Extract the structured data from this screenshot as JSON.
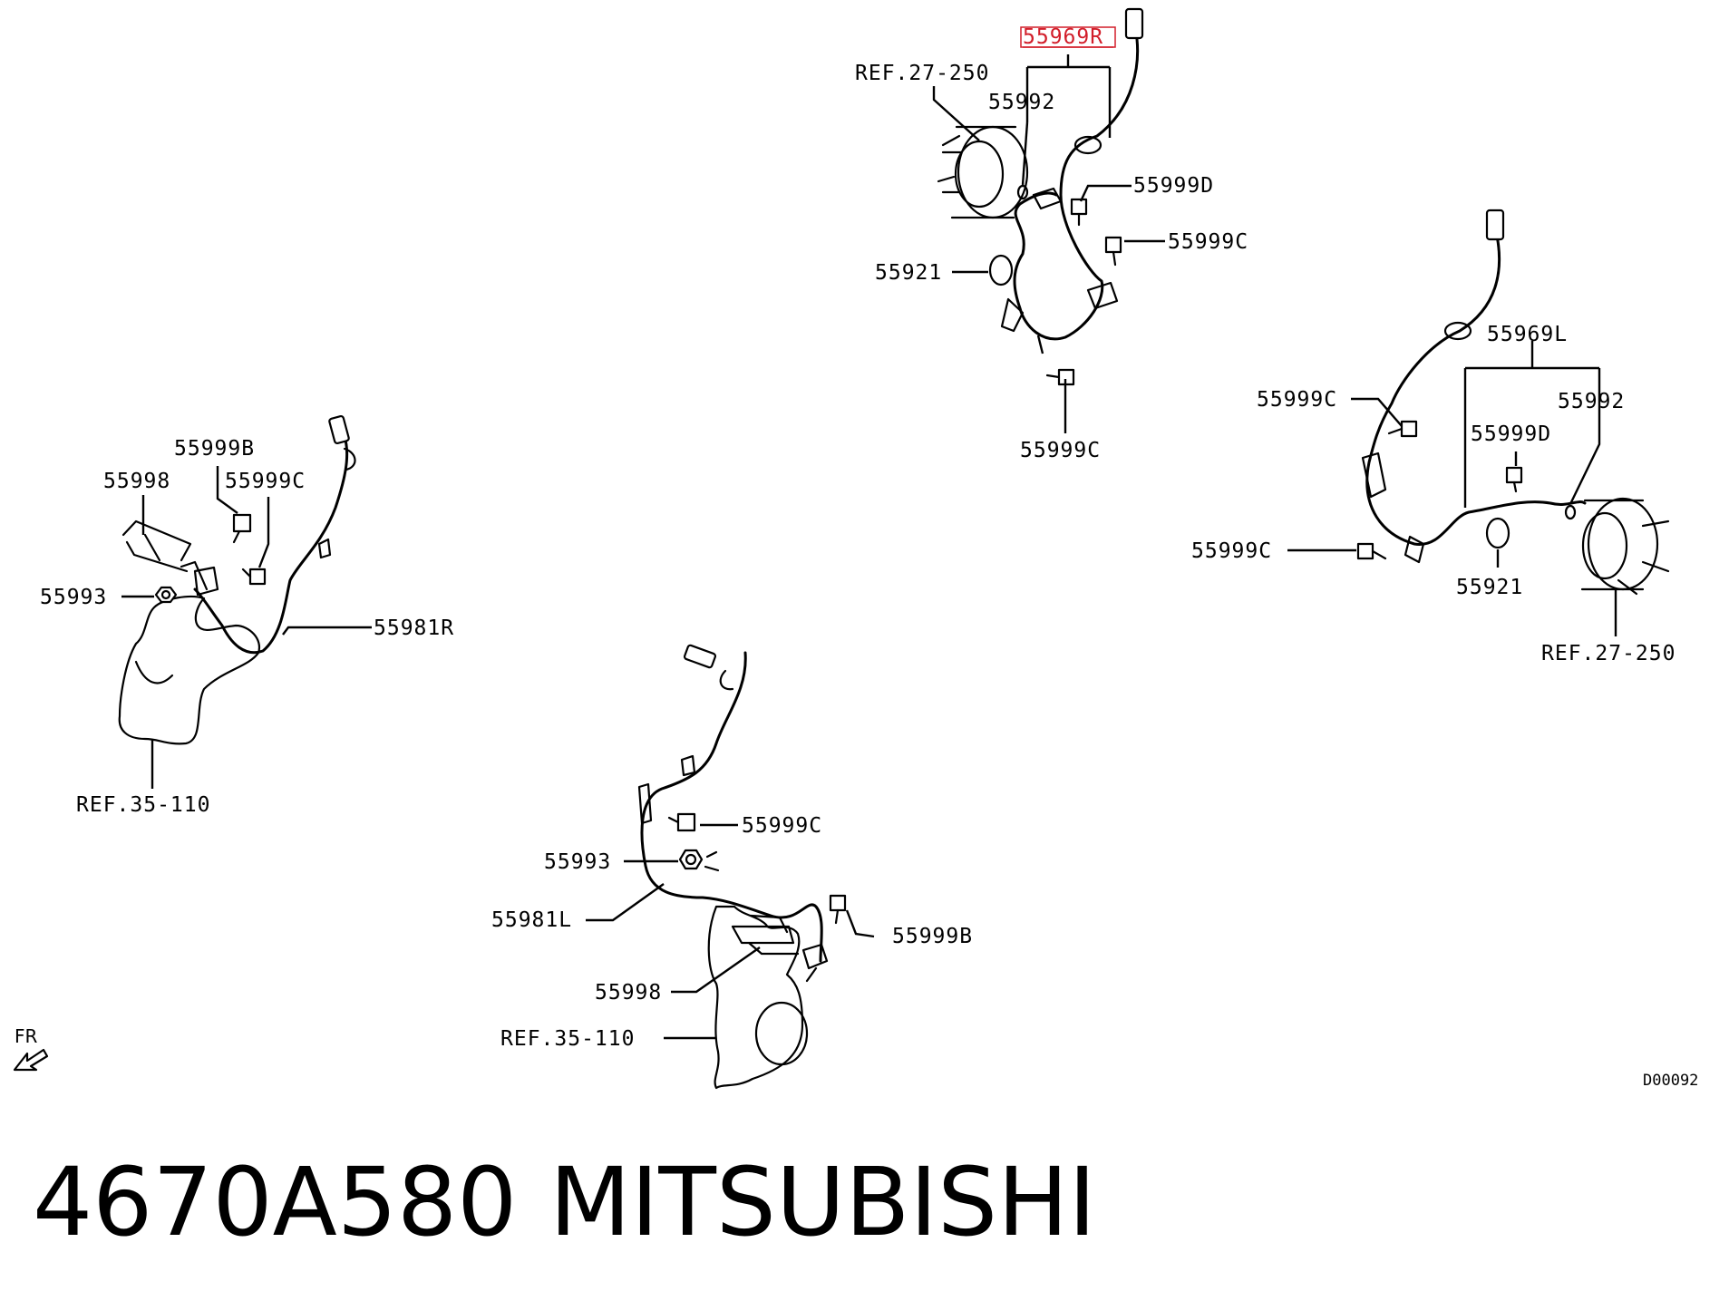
{
  "diagram": {
    "labels": {
      "front_right": {
        "assembly": "55969R",
        "ref_hub": "REF.27-250",
        "clip": "55992",
        "bolt_d": "55999D",
        "bolt_c_upper": "55999C",
        "grommet": "55921",
        "bolt_c_lower": "55999C"
      },
      "front_left": {
        "assembly": "55969L",
        "bolt_c_upper": "55999C",
        "clip": "55992",
        "bolt_d": "55999D",
        "bolt_c_lower": "55999C",
        "grommet": "55921",
        "ref_hub": "REF.27-250"
      },
      "rear_right": {
        "bolt_b": "55999B",
        "bracket": "55998",
        "bolt_c": "55999C",
        "nut": "55993",
        "sensor": "55981R",
        "ref_knuckle": "REF.35-110"
      },
      "rear_left": {
        "bolt_c": "55999C",
        "nut": "55993",
        "sensor": "55981L",
        "bolt_b": "55999B",
        "bracket": "55998",
        "ref_knuckle": "REF.35-110"
      }
    },
    "highlight_color": "#d21e2a",
    "front_arrow_label": "FR",
    "drawing_code": "D00092"
  },
  "footer": {
    "part_number": "4670A580",
    "brand": "MITSUBISHI"
  }
}
